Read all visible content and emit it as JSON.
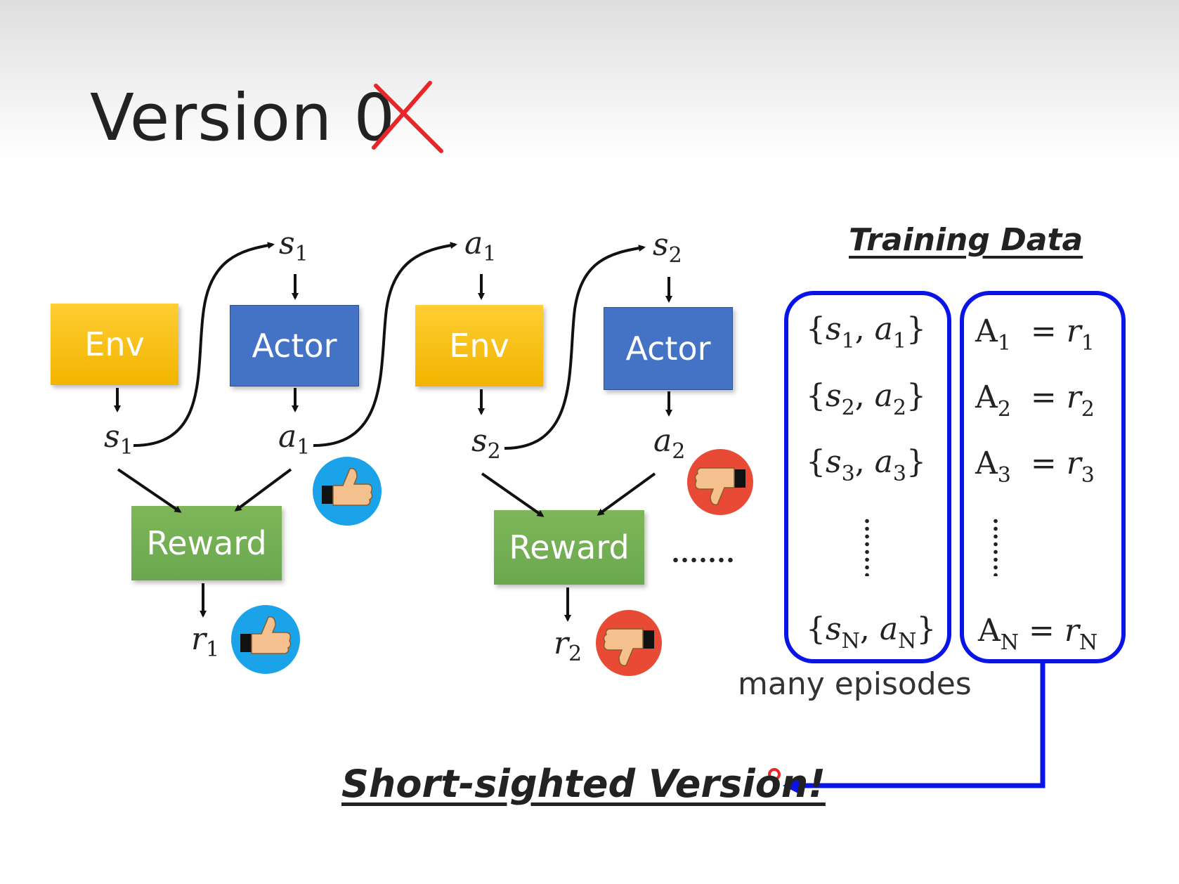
{
  "title": "Version 0",
  "boxes": {
    "env1": "Env",
    "actor1": "Actor",
    "env2": "Env",
    "actor2": "Actor",
    "reward1": "Reward",
    "reward2": "Reward"
  },
  "symbols": {
    "s1_top": {
      "base": "s",
      "sub": "1"
    },
    "a1_top": {
      "base": "a",
      "sub": "1"
    },
    "s2_top": {
      "base": "s",
      "sub": "2"
    },
    "s1_out": {
      "base": "s",
      "sub": "1"
    },
    "a1_out": {
      "base": "a",
      "sub": "1"
    },
    "s2_out": {
      "base": "s",
      "sub": "2"
    },
    "a2_out": {
      "base": "a",
      "sub": "2"
    },
    "r1": {
      "base": "r",
      "sub": "1"
    },
    "r2": {
      "base": "r",
      "sub": "2"
    }
  },
  "ellipsis": "......",
  "training_data": {
    "heading": "Training Data",
    "pairs": [
      {
        "s": "1",
        "a": "1"
      },
      {
        "s": "2",
        "a": "2"
      },
      {
        "s": "3",
        "a": "3"
      },
      {
        "s": "N",
        "a": "N"
      }
    ],
    "advantages": [
      {
        "A": "1",
        "r": "1"
      },
      {
        "A": "2",
        "r": "2"
      },
      {
        "A": "3",
        "r": "3"
      },
      {
        "A": "N",
        "r": "N"
      }
    ],
    "caption": "many episodes"
  },
  "conclusion": "Short-sighted Version!",
  "colors": {
    "env": "#f2b400",
    "actor": "#4472c4",
    "reward": "#6aa84f",
    "frame": "#0a14e6",
    "like": "#1aa3e8",
    "dislike": "#e84a35",
    "cross": "#e8262a"
  },
  "icons": {
    "like": "thumbs-up-icon",
    "dislike": "thumbs-down-icon",
    "cross": "cross-mark-icon"
  }
}
